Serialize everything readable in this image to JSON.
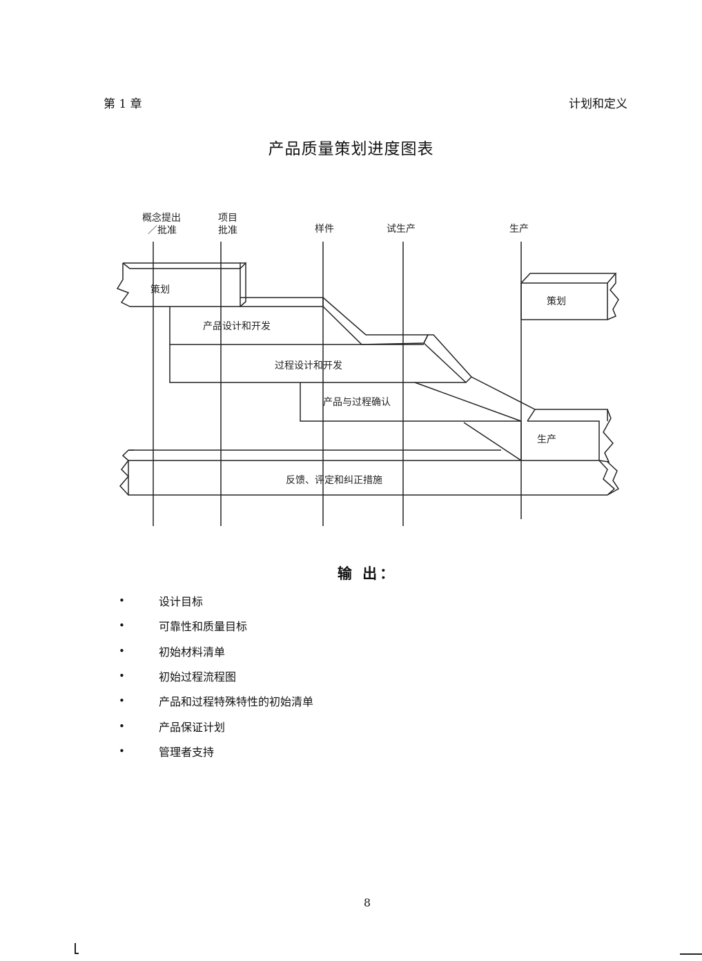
{
  "header": {
    "chapter": "第 1 章",
    "section": "计划和定义"
  },
  "title": "产品质量策划进度图表",
  "diagram": {
    "milestones": [
      {
        "line1": "概念提出",
        "line2": "／批准"
      },
      {
        "line1": "项目",
        "line2": "批准"
      },
      {
        "line1": "样件"
      },
      {
        "line1": "试生产"
      },
      {
        "line1": "生产"
      }
    ],
    "phases": {
      "planning": "策划",
      "product_design": "产品设计和开发",
      "process_design": "过程设计和开发",
      "validation": "产品与过程确认",
      "planning_next": "策划",
      "production": "生产",
      "feedback": "反馈、评定和纠正措施"
    }
  },
  "outputs": {
    "heading": "输 出：",
    "items": [
      "设计目标",
      "可靠性和质量目标",
      "初始材料清单",
      "初始过程流程图",
      "产品和过程特殊特性的初始清单",
      "产品保证计划",
      "管理者支持"
    ]
  },
  "page_number": "8"
}
